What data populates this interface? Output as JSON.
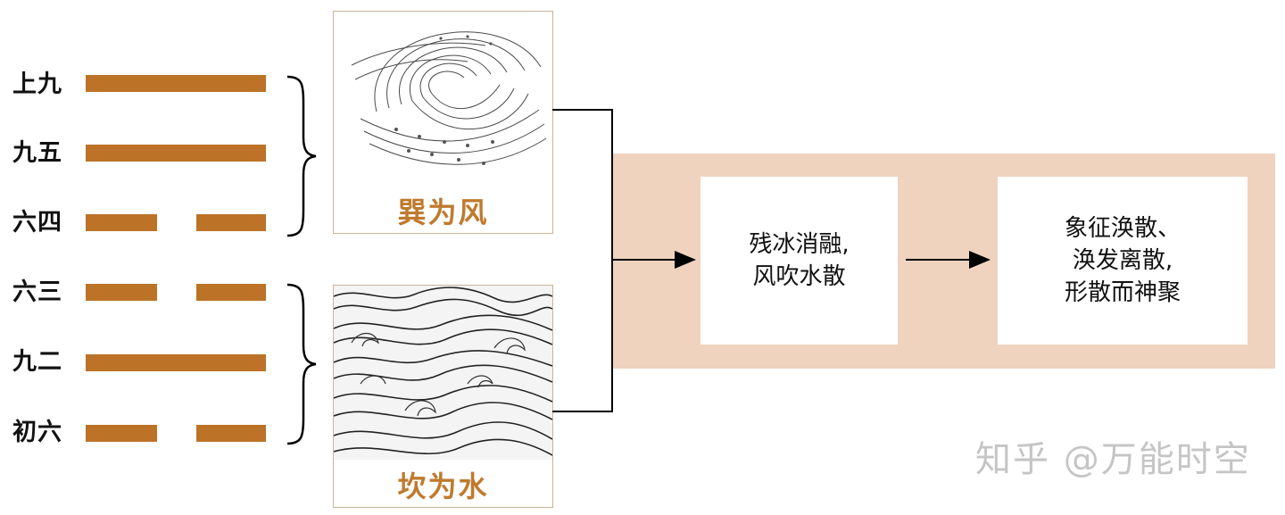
{
  "colors": {
    "bar": "#bc7327",
    "panel": "#efd3bf",
    "caption": "#bf7a2e",
    "line": "#000000",
    "watermark": "#9a9a9a"
  },
  "hexagram": {
    "lines": [
      {
        "label": "上九",
        "kind": "yang"
      },
      {
        "label": "九五",
        "kind": "yang"
      },
      {
        "label": "六四",
        "kind": "yin"
      },
      {
        "label": "六三",
        "kind": "yin"
      },
      {
        "label": "九二",
        "kind": "yang"
      },
      {
        "label": "初六",
        "kind": "yin"
      }
    ]
  },
  "trigrams": {
    "upper": {
      "caption": "巽为风",
      "image": "wind-swirl-illustration"
    },
    "lower": {
      "caption": "坎为水",
      "image": "water-waves-illustration"
    }
  },
  "flow": {
    "step1": [
      "残冰消融,",
      "风吹水散"
    ],
    "step2": [
      "象征涣散、",
      "涣发离散,",
      "形散而神聚"
    ]
  },
  "watermark": "知乎 @万能时空"
}
